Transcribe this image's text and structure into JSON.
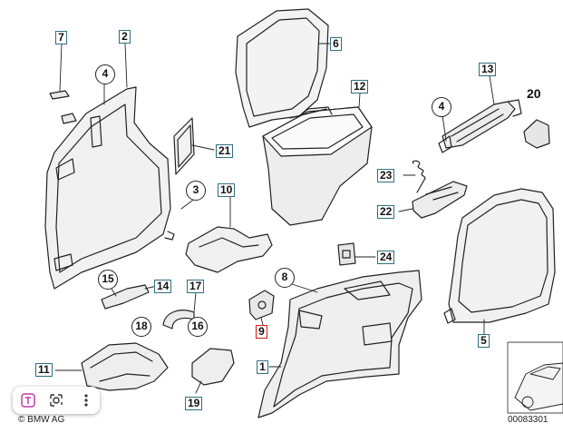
{
  "labels": {
    "p1": "1",
    "p2": "2",
    "p4a": "4",
    "p4b": "4",
    "p3": "3",
    "p5": "5",
    "p6": "6",
    "p7": "7",
    "p8": "8",
    "p9": "9",
    "p10": "10",
    "p11": "11",
    "p12": "12",
    "p13": "13",
    "p14": "14",
    "p15": "15",
    "p16": "16",
    "p17": "17",
    "p18": "18",
    "p19": "19",
    "p20": "20",
    "p21": "21",
    "p22": "22",
    "p23": "23",
    "p24": "24"
  },
  "footer": {
    "copyright": "© BMW AG",
    "diagram_id": "00083301"
  },
  "toolbar": {
    "items": [
      "text-select-icon",
      "lens-search-icon",
      "more-options-icon"
    ]
  },
  "colors": {
    "label_border": "#2f6f80",
    "highlight_border": "#d01818"
  }
}
